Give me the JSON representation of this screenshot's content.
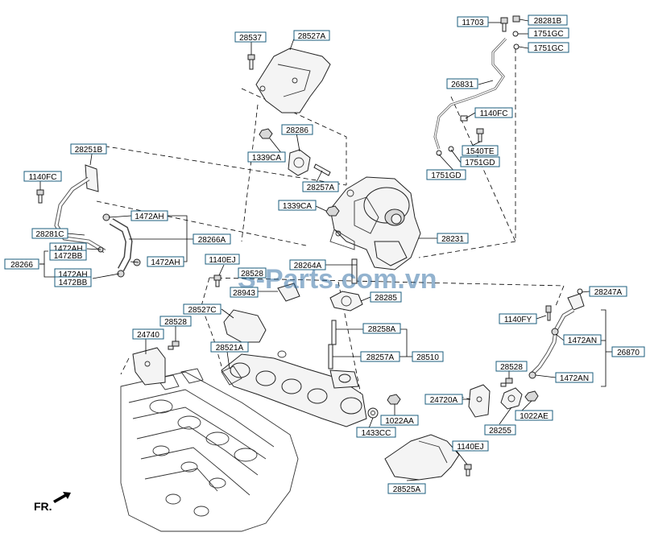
{
  "diagram": {
    "watermark": "S-Parts.com.vn",
    "direction_label": "FR.",
    "labels": [
      {
        "id": "11703",
        "text": "11703"
      },
      {
        "id": "28281B",
        "text": "28281B"
      },
      {
        "id": "1751GC_a",
        "text": "1751GC"
      },
      {
        "id": "1751GC_b",
        "text": "1751GC"
      },
      {
        "id": "28537",
        "text": "28537"
      },
      {
        "id": "28527A",
        "text": "28527A"
      },
      {
        "id": "26831",
        "text": "26831"
      },
      {
        "id": "1140FC_r",
        "text": "1140FC"
      },
      {
        "id": "28286",
        "text": "28286"
      },
      {
        "id": "1540TE",
        "text": "1540TE"
      },
      {
        "id": "28251B",
        "text": "28251B"
      },
      {
        "id": "1339CA_a",
        "text": "1339CA"
      },
      {
        "id": "1751GD_a",
        "text": "1751GD"
      },
      {
        "id": "1751GD_b",
        "text": "1751GD"
      },
      {
        "id": "1140FC_l",
        "text": "1140FC"
      },
      {
        "id": "28257A_a",
        "text": "28257A"
      },
      {
        "id": "1339CA_b",
        "text": "1339CA"
      },
      {
        "id": "1472AH_a",
        "text": "1472AH"
      },
      {
        "id": "28281C",
        "text": "28281C"
      },
      {
        "id": "28266A",
        "text": "28266A"
      },
      {
        "id": "28231",
        "text": "28231"
      },
      {
        "id": "1472AH_b",
        "text": "1472AH"
      },
      {
        "id": "1472BB_a",
        "text": "1472BB"
      },
      {
        "id": "28266",
        "text": "28266"
      },
      {
        "id": "1472AH_c",
        "text": "1472AH"
      },
      {
        "id": "1140EJ_a",
        "text": "1140EJ"
      },
      {
        "id": "28264A",
        "text": "28264A"
      },
      {
        "id": "1472AH_d",
        "text": "1472AH"
      },
      {
        "id": "1472BB_b",
        "text": "1472BB"
      },
      {
        "id": "28528_a",
        "text": "28528"
      },
      {
        "id": "28943",
        "text": "28943"
      },
      {
        "id": "28285",
        "text": "28285"
      },
      {
        "id": "28247A",
        "text": "28247A"
      },
      {
        "id": "28527C",
        "text": "28527C"
      },
      {
        "id": "1140FY",
        "text": "1140FY"
      },
      {
        "id": "28528_b",
        "text": "28528"
      },
      {
        "id": "28258A",
        "text": "28258A"
      },
      {
        "id": "24740",
        "text": "24740"
      },
      {
        "id": "1472AN_a",
        "text": "1472AN"
      },
      {
        "id": "28521A",
        "text": "28521A"
      },
      {
        "id": "26870",
        "text": "26870"
      },
      {
        "id": "28257A_b",
        "text": "28257A"
      },
      {
        "id": "28510",
        "text": "28510"
      },
      {
        "id": "28528_c",
        "text": "28528"
      },
      {
        "id": "1472AN_b",
        "text": "1472AN"
      },
      {
        "id": "24720A",
        "text": "24720A"
      },
      {
        "id": "1022AA",
        "text": "1022AA"
      },
      {
        "id": "1022AE",
        "text": "1022AE"
      },
      {
        "id": "28255",
        "text": "28255"
      },
      {
        "id": "1433CC",
        "text": "1433CC"
      },
      {
        "id": "1140EJ_b",
        "text": "1140EJ"
      },
      {
        "id": "28525A",
        "text": "28525A"
      }
    ]
  }
}
